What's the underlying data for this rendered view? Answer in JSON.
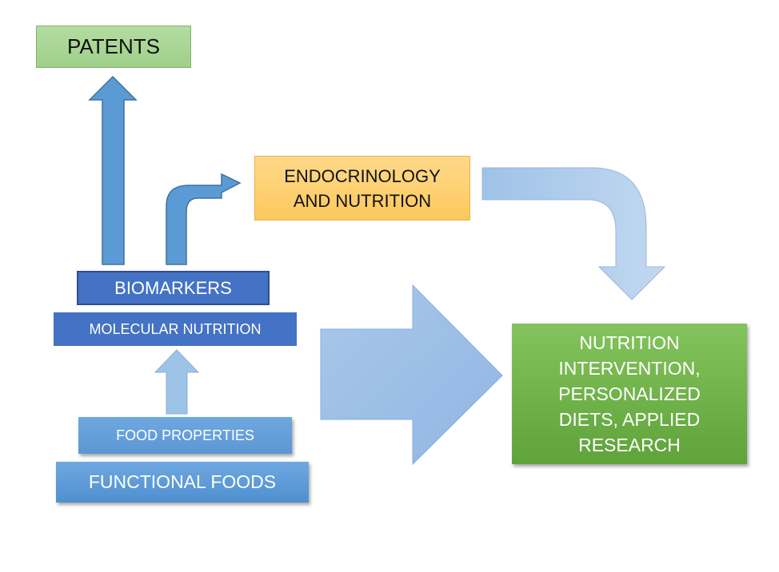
{
  "boxes": {
    "patents": "PATENTS",
    "endocrinology": "ENDOCRINOLOGY\nAND NUTRITION",
    "biomarkers": "BIOMARKERS",
    "molecular_nutrition": "MOLECULAR NUTRITION",
    "food_properties": "FOOD PROPERTIES",
    "functional_foods": "FUNCTIONAL FOODS",
    "outcome": "NUTRITION\nINTERVENTION,\nPERSONALIZED\nDIETS, APPLIED\nRESEARCH"
  },
  "colors": {
    "patents_fill": "#a9d18e",
    "endocrinology_fill": "#ffd470",
    "biomarkers_fill": "#4472c4",
    "functional_fill": "#5b9bd5",
    "outcome_fill": "#70ad47",
    "arrow_dark": "#5b9bd5",
    "arrow_light": "#9dc3e6"
  }
}
